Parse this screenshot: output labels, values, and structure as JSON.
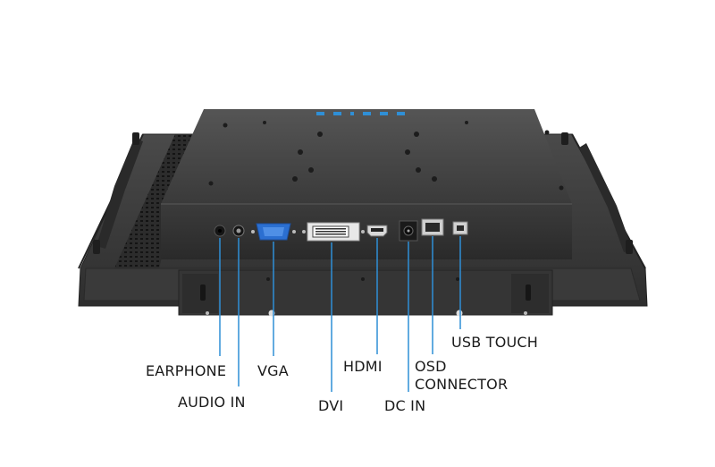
{
  "ports": {
    "earphone": "EARPHONE",
    "audio_in": "AUDIO IN",
    "vga": "VGA",
    "dvi": "DVI",
    "hdmi": "HDMI",
    "dc_in": "DC IN",
    "osd_line1": "OSD",
    "osd_line2": "CONNECTOR",
    "usb_touch": "USB TOUCH"
  },
  "colors": {
    "leader_line": "#2f8fd6",
    "vga_port": "#2b6fd1",
    "status_leds": "#2f8fd6",
    "chassis": "#3e3e3e"
  }
}
